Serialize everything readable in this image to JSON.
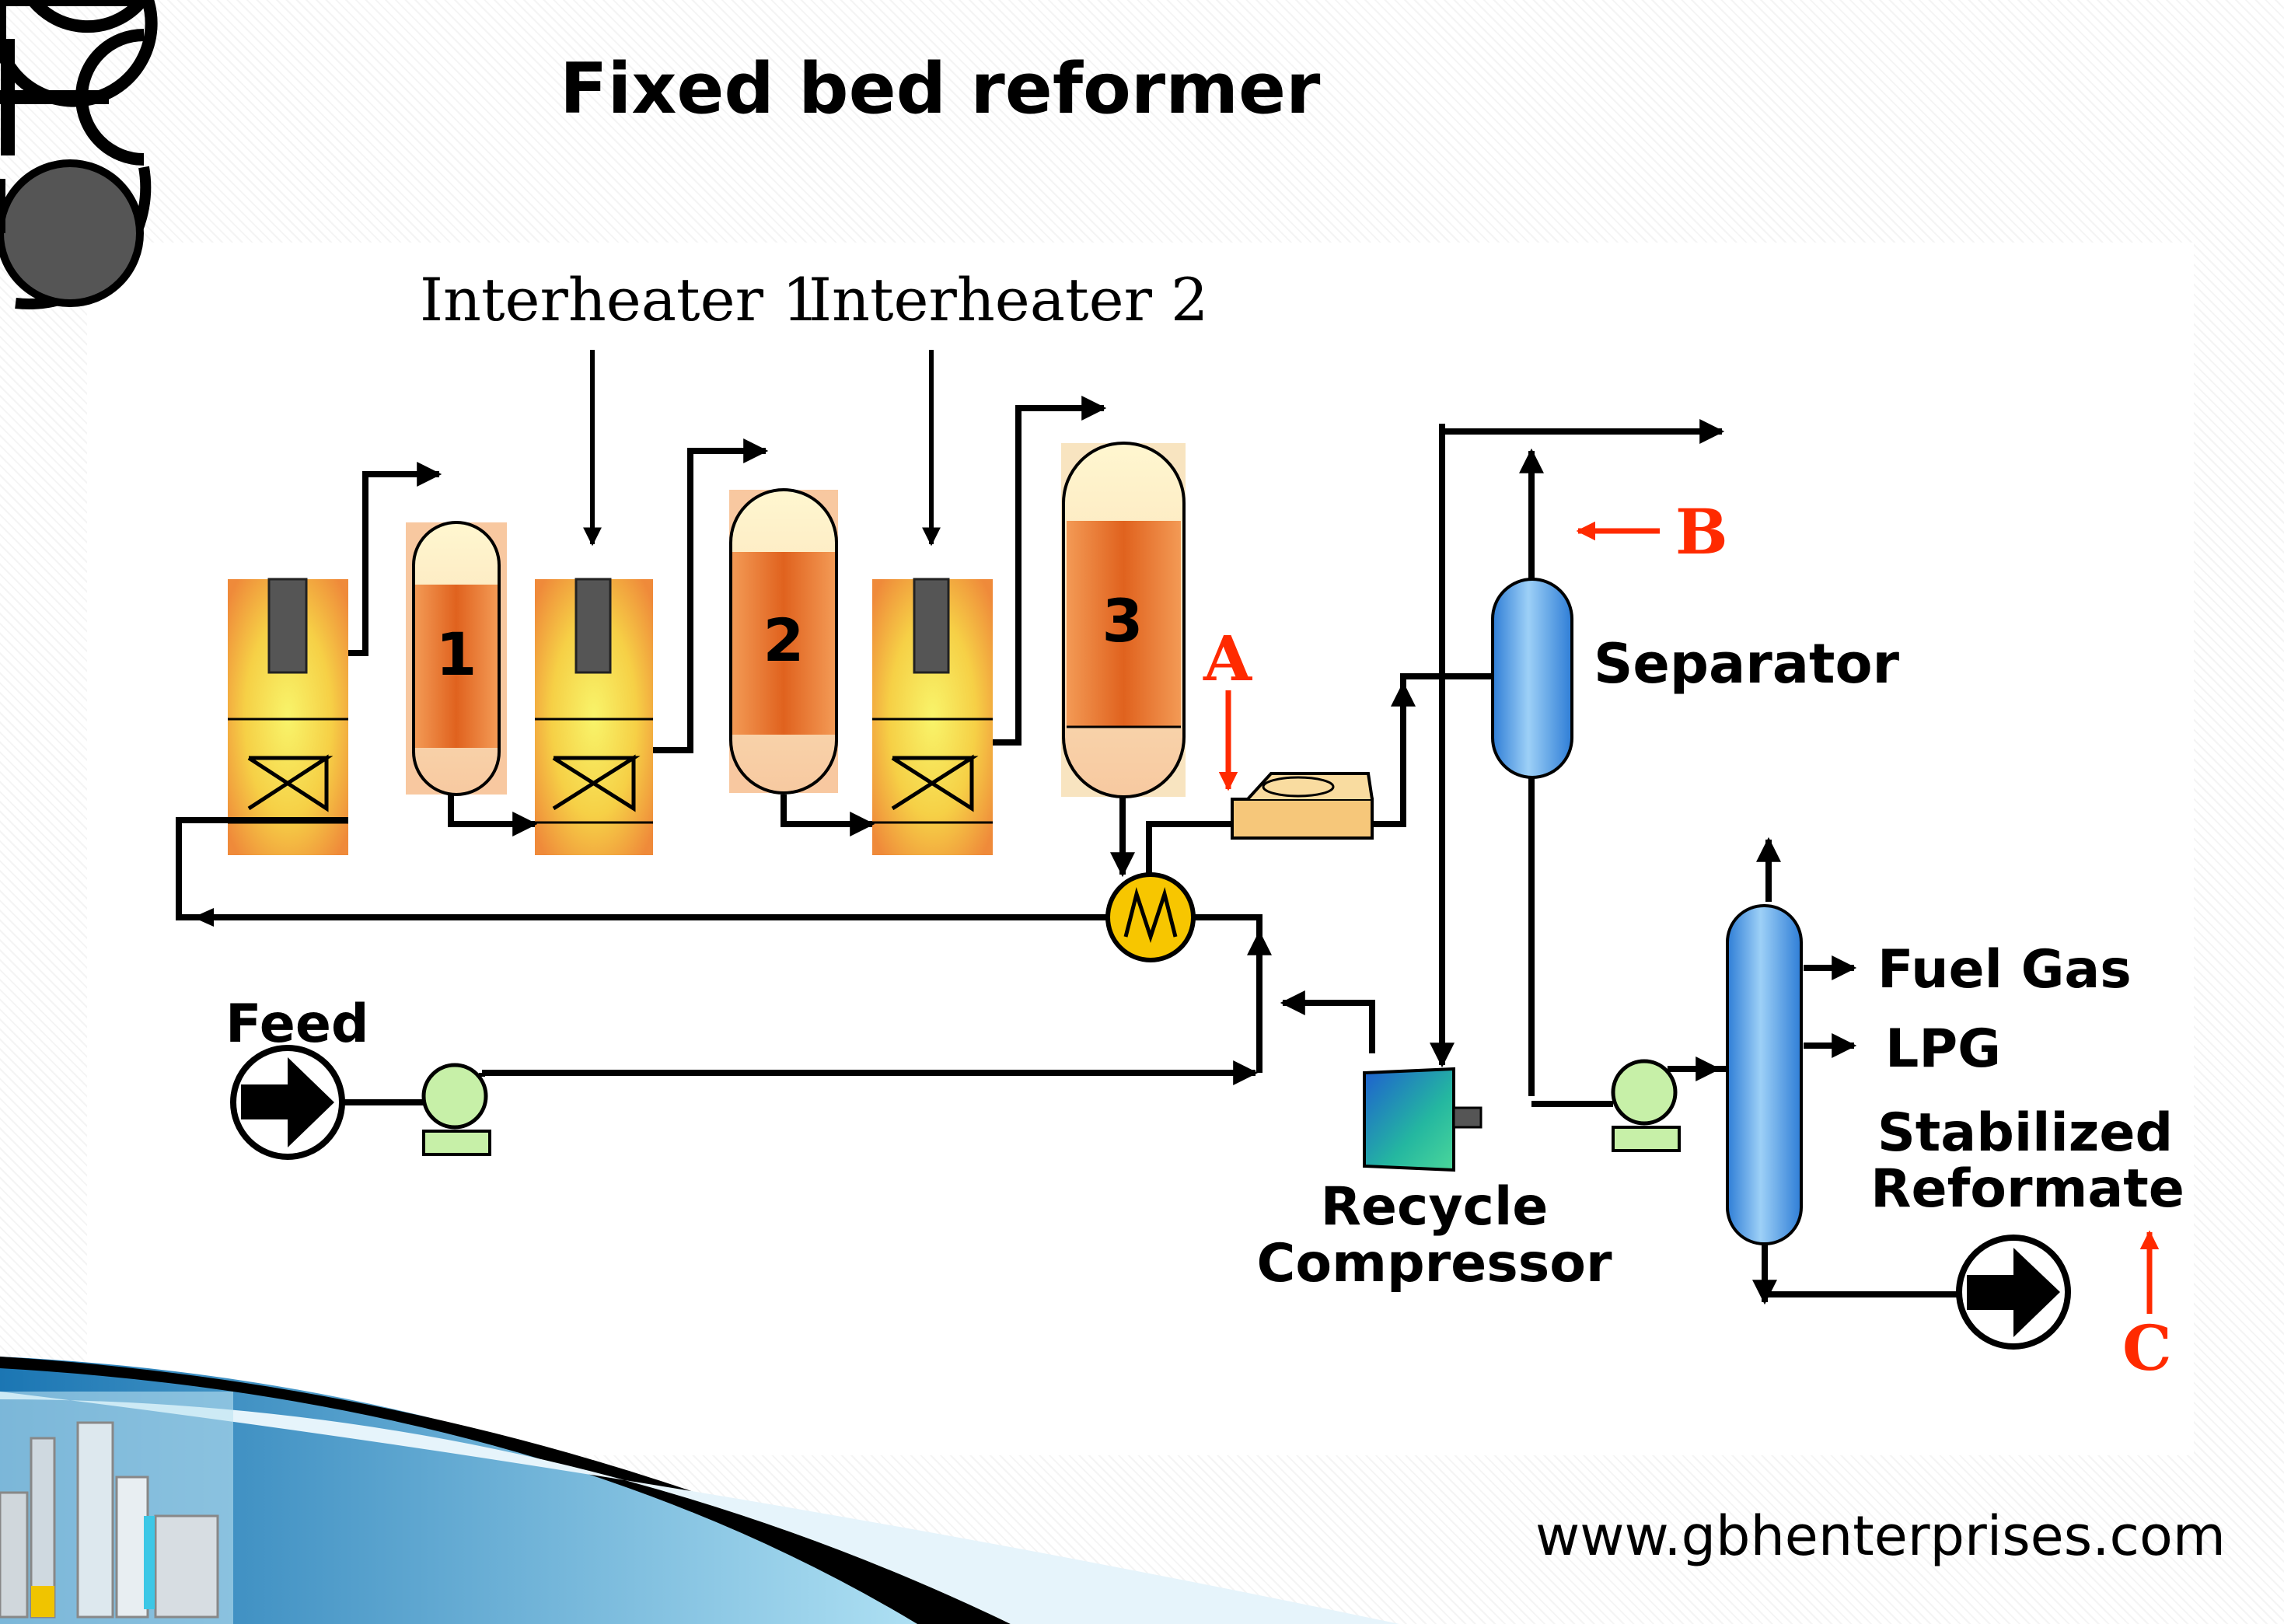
{
  "slide": {
    "title": "Fixed bed reformer",
    "website": "www.gbhenterprises.com"
  },
  "diagram": {
    "heater_labels": [
      "Interheater 1",
      "Interheater 2"
    ],
    "reactor_numbers": [
      "1",
      "2",
      "3"
    ],
    "separator": "Separator",
    "compressor": [
      "Recycle",
      "Compressor"
    ],
    "feed": "Feed",
    "products": [
      "Fuel Gas",
      "LPG"
    ],
    "stabilized": [
      "Stabilized",
      "Reformate"
    ],
    "markers": [
      "A",
      "B",
      "C"
    ]
  },
  "colors": {
    "reactor_orange": "#e8712c",
    "heater_yellow": "#f6ee5c",
    "vessel_blue": "#4a97e2",
    "marker_red": "#ff2a00",
    "exchanger_yellow": "#f7c600",
    "pump_green": "#bfeea0"
  }
}
